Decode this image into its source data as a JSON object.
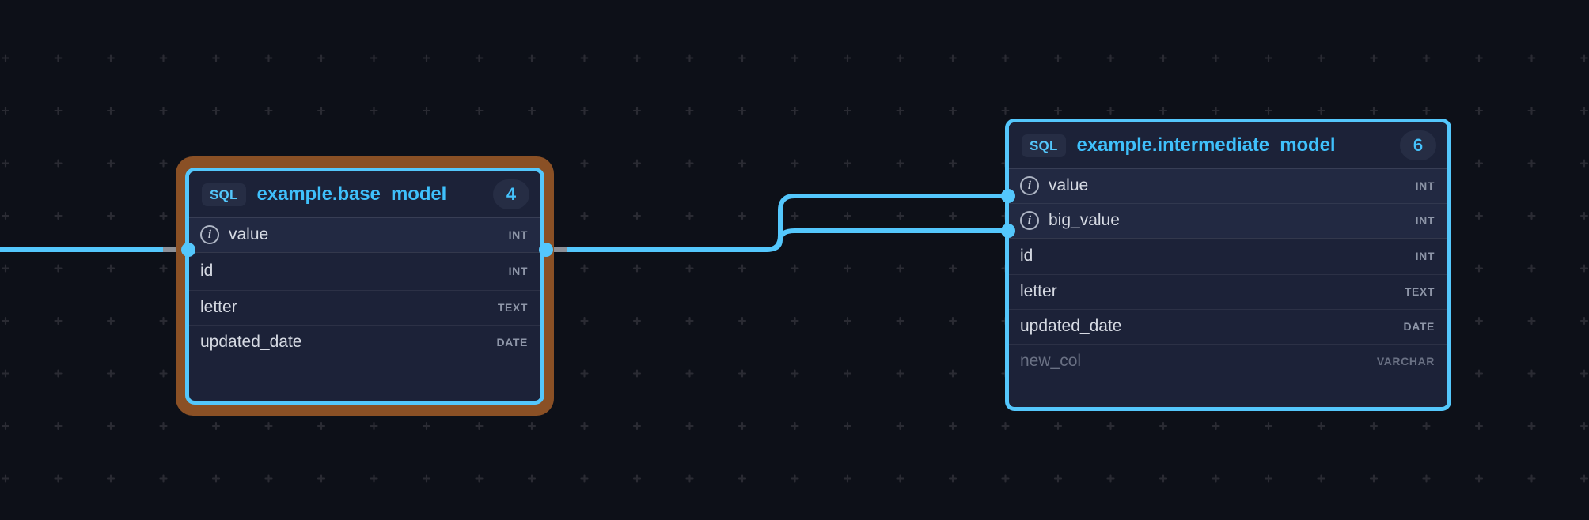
{
  "app": {
    "view": "lineage-graph",
    "background_color": "#0d1018",
    "accent_color": "#54c7fc",
    "highlight_ring_color": "#8a5025"
  },
  "nodes": [
    {
      "id": "base-model",
      "badge_label": "SQL",
      "title": "example.base_model",
      "column_count": "4",
      "highlighted": true,
      "columns": [
        {
          "name": "value",
          "type": "INT",
          "connected": true,
          "dim": false
        },
        {
          "name": "id",
          "type": "INT",
          "connected": false,
          "dim": false
        },
        {
          "name": "letter",
          "type": "TEXT",
          "connected": false,
          "dim": false
        },
        {
          "name": "updated_date",
          "type": "DATE",
          "connected": false,
          "dim": false
        }
      ]
    },
    {
      "id": "intermediate-model",
      "badge_label": "SQL",
      "title": "example.intermediate_model",
      "column_count": "6",
      "highlighted": false,
      "columns": [
        {
          "name": "value",
          "type": "INT",
          "connected": true,
          "dim": false
        },
        {
          "name": "big_value",
          "type": "INT",
          "connected": true,
          "dim": false
        },
        {
          "name": "id",
          "type": "INT",
          "connected": false,
          "dim": false
        },
        {
          "name": "letter",
          "type": "TEXT",
          "connected": false,
          "dim": false
        },
        {
          "name": "updated_date",
          "type": "DATE",
          "connected": false,
          "dim": false
        },
        {
          "name": "new_col",
          "type": "VARCHAR",
          "connected": false,
          "dim": true
        }
      ]
    }
  ],
  "icons": {
    "info": "i"
  },
  "edges": [
    {
      "from": "offscreen-left",
      "to": "base-model.value"
    },
    {
      "from": "base-model.value",
      "to": "intermediate-model.value"
    },
    {
      "from": "base-model.value",
      "to": "intermediate-model.big_value"
    }
  ]
}
